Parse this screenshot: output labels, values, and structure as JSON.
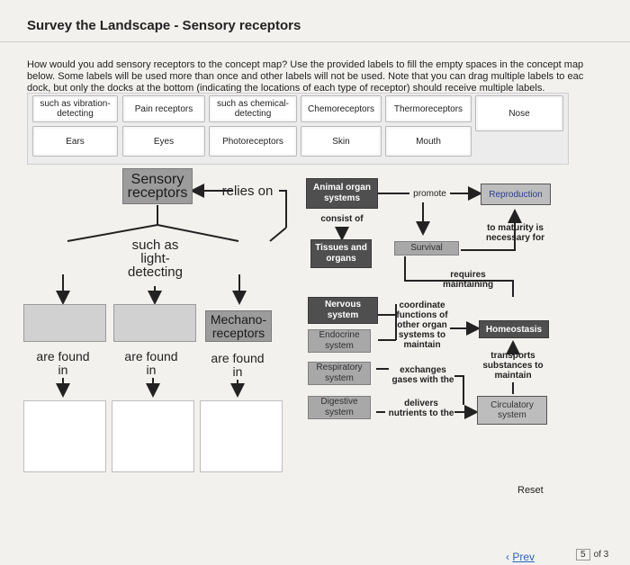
{
  "header": {
    "title": "Survey the Landscape - Sensory receptors",
    "instructions": "How would you add sensory receptors to the concept map? Use the provided labels to fill the empty spaces in the concept map\nbelow. Some labels will be used more than once and other labels will not be used. Note that you can drag multiple labels to eac\ndock, but only the docks at the bottom (indicating the locations of each type of receptor) should receive multiple labels."
  },
  "labels": {
    "row1": [
      "such as vibration-detecting",
      "Pain receptors",
      "such as chemical-detecting",
      "Chemoreceptors",
      "Thermoreceptors",
      "Nose"
    ],
    "row2": [
      "Ears",
      "Eyes",
      "Photoreceptors",
      "Skin",
      "Mouth"
    ]
  },
  "map": {
    "sensory_receptors": "Sensory receptors",
    "relies_on": "relies on",
    "such_as_light": "such as light-detecting",
    "mechanoreceptors": "Mechano-receptors",
    "are_found_in": "are found in",
    "animal_organ_systems": "Animal organ systems",
    "promote": "promote",
    "reproduction": "Reproduction",
    "consist_of": "consist of",
    "to_maturity": "to maturity is necessary for",
    "tissues_and_organs": "Tissues and organs",
    "survival": "Survival",
    "requires_maintaining": "requires maintaining",
    "nervous_system": "Nervous system",
    "coordinate": "coordinate functions of other organ systems to maintain",
    "homeostasis": "Homeostasis",
    "endocrine_system": "Endocrine system",
    "transports": "transports substances to maintain",
    "respiratory_system": "Respiratory system",
    "exchanges": "exchanges gases with the",
    "digestive_system": "Digestive system",
    "delivers": "delivers nutrients to the",
    "circulatory_system": "Circulatory system"
  },
  "footer": {
    "reset": "Reset",
    "prev": "Prev",
    "page": "5",
    "of": "of 3"
  }
}
